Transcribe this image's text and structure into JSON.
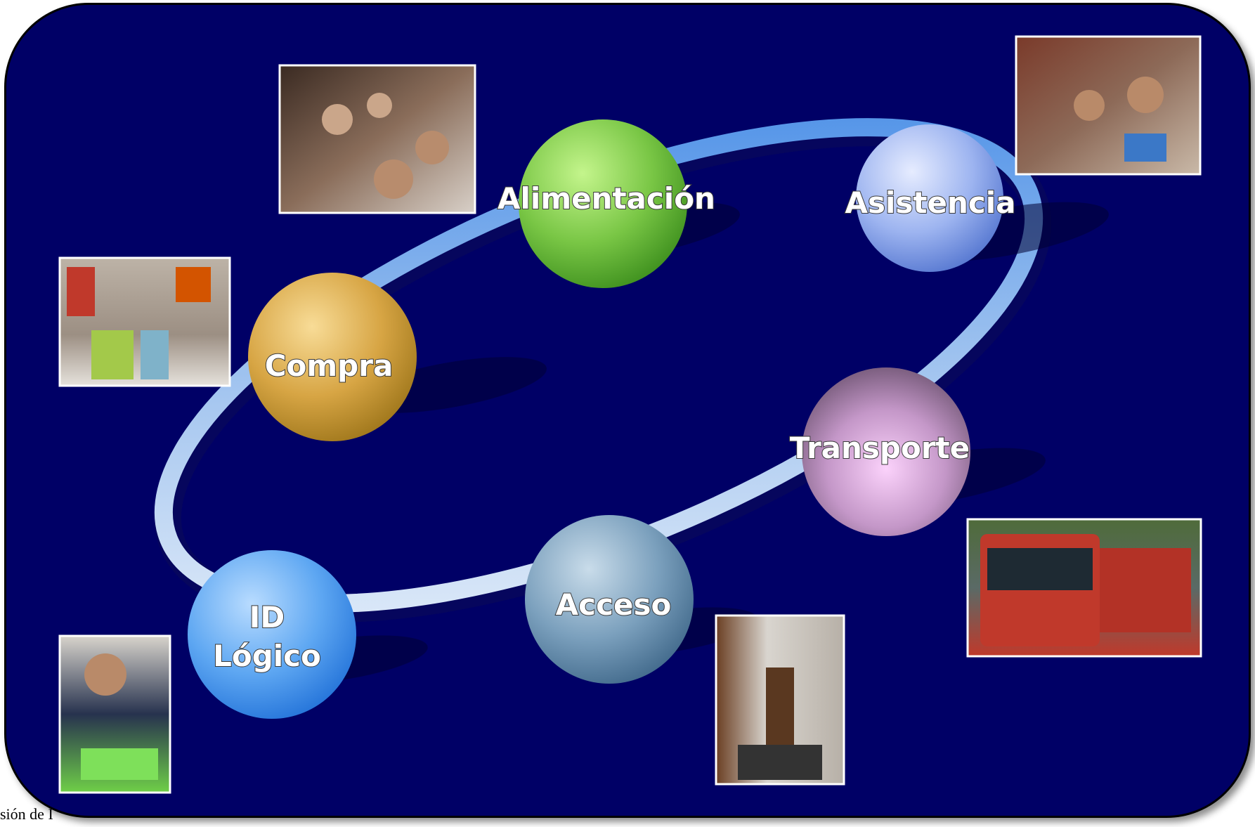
{
  "nodes": [
    {
      "id": "alimentacion",
      "label": "Alimentación",
      "color_light": "#b6f07a",
      "color_dark": "#3f9a1c"
    },
    {
      "id": "asistencia",
      "label": "Asistencia",
      "color_light": "#d7e2ff",
      "color_dark": "#5d7bd6"
    },
    {
      "id": "compra",
      "label": "Compra",
      "color_light": "#f5d58a",
      "color_dark": "#a57a1e"
    },
    {
      "id": "transporte",
      "label": "Transporte",
      "color_light": "#f6c8f7",
      "color_dark": "#6a4d6e"
    },
    {
      "id": "id-logico",
      "label_line1": "ID",
      "label_line2": "Lógico",
      "color_light": "#a9d4ff",
      "color_dark": "#2f7fe0"
    },
    {
      "id": "acceso",
      "label": "Acceso",
      "color_light": "#b8d2e4",
      "color_dark": "#4a7597"
    }
  ],
  "photos": [
    {
      "id": "comedor-escolar",
      "description": "children eating at school cafeteria"
    },
    {
      "id": "aula",
      "description": "children at desks in classroom"
    },
    {
      "id": "libreria",
      "description": "bookstore shelves"
    },
    {
      "id": "autobus",
      "description": "red city bus"
    },
    {
      "id": "pasillo",
      "description": "hallway entrance"
    },
    {
      "id": "estudiante-laptop",
      "description": "student with green laptop"
    }
  ],
  "colors": {
    "background": "#000066",
    "orbit_light": "#dbe8f8",
    "orbit_mid": "#8fb8ee",
    "orbit_dark": "#3f86e0"
  },
  "footer": {
    "text": "sión de I"
  }
}
